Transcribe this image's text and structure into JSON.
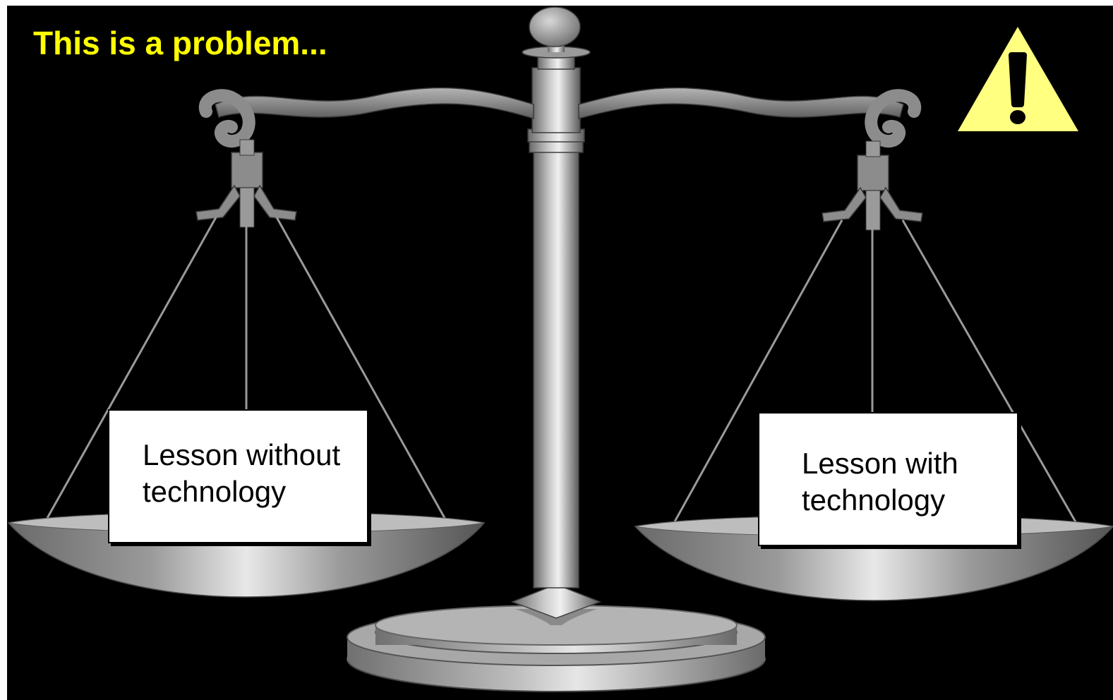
{
  "slide": {
    "title": "This is a problem...",
    "background_color": "#000000",
    "title_color": "#ffff00"
  },
  "warning_sign": {
    "icon": "warning-triangle-icon",
    "fill_color": "#ffff80"
  },
  "scale": {
    "icon": "balance-scale-icon",
    "left_pan": {
      "line1": "Lesson without",
      "line2": "technology"
    },
    "right_pan": {
      "line1": "Lesson with",
      "line2": "technology"
    }
  }
}
